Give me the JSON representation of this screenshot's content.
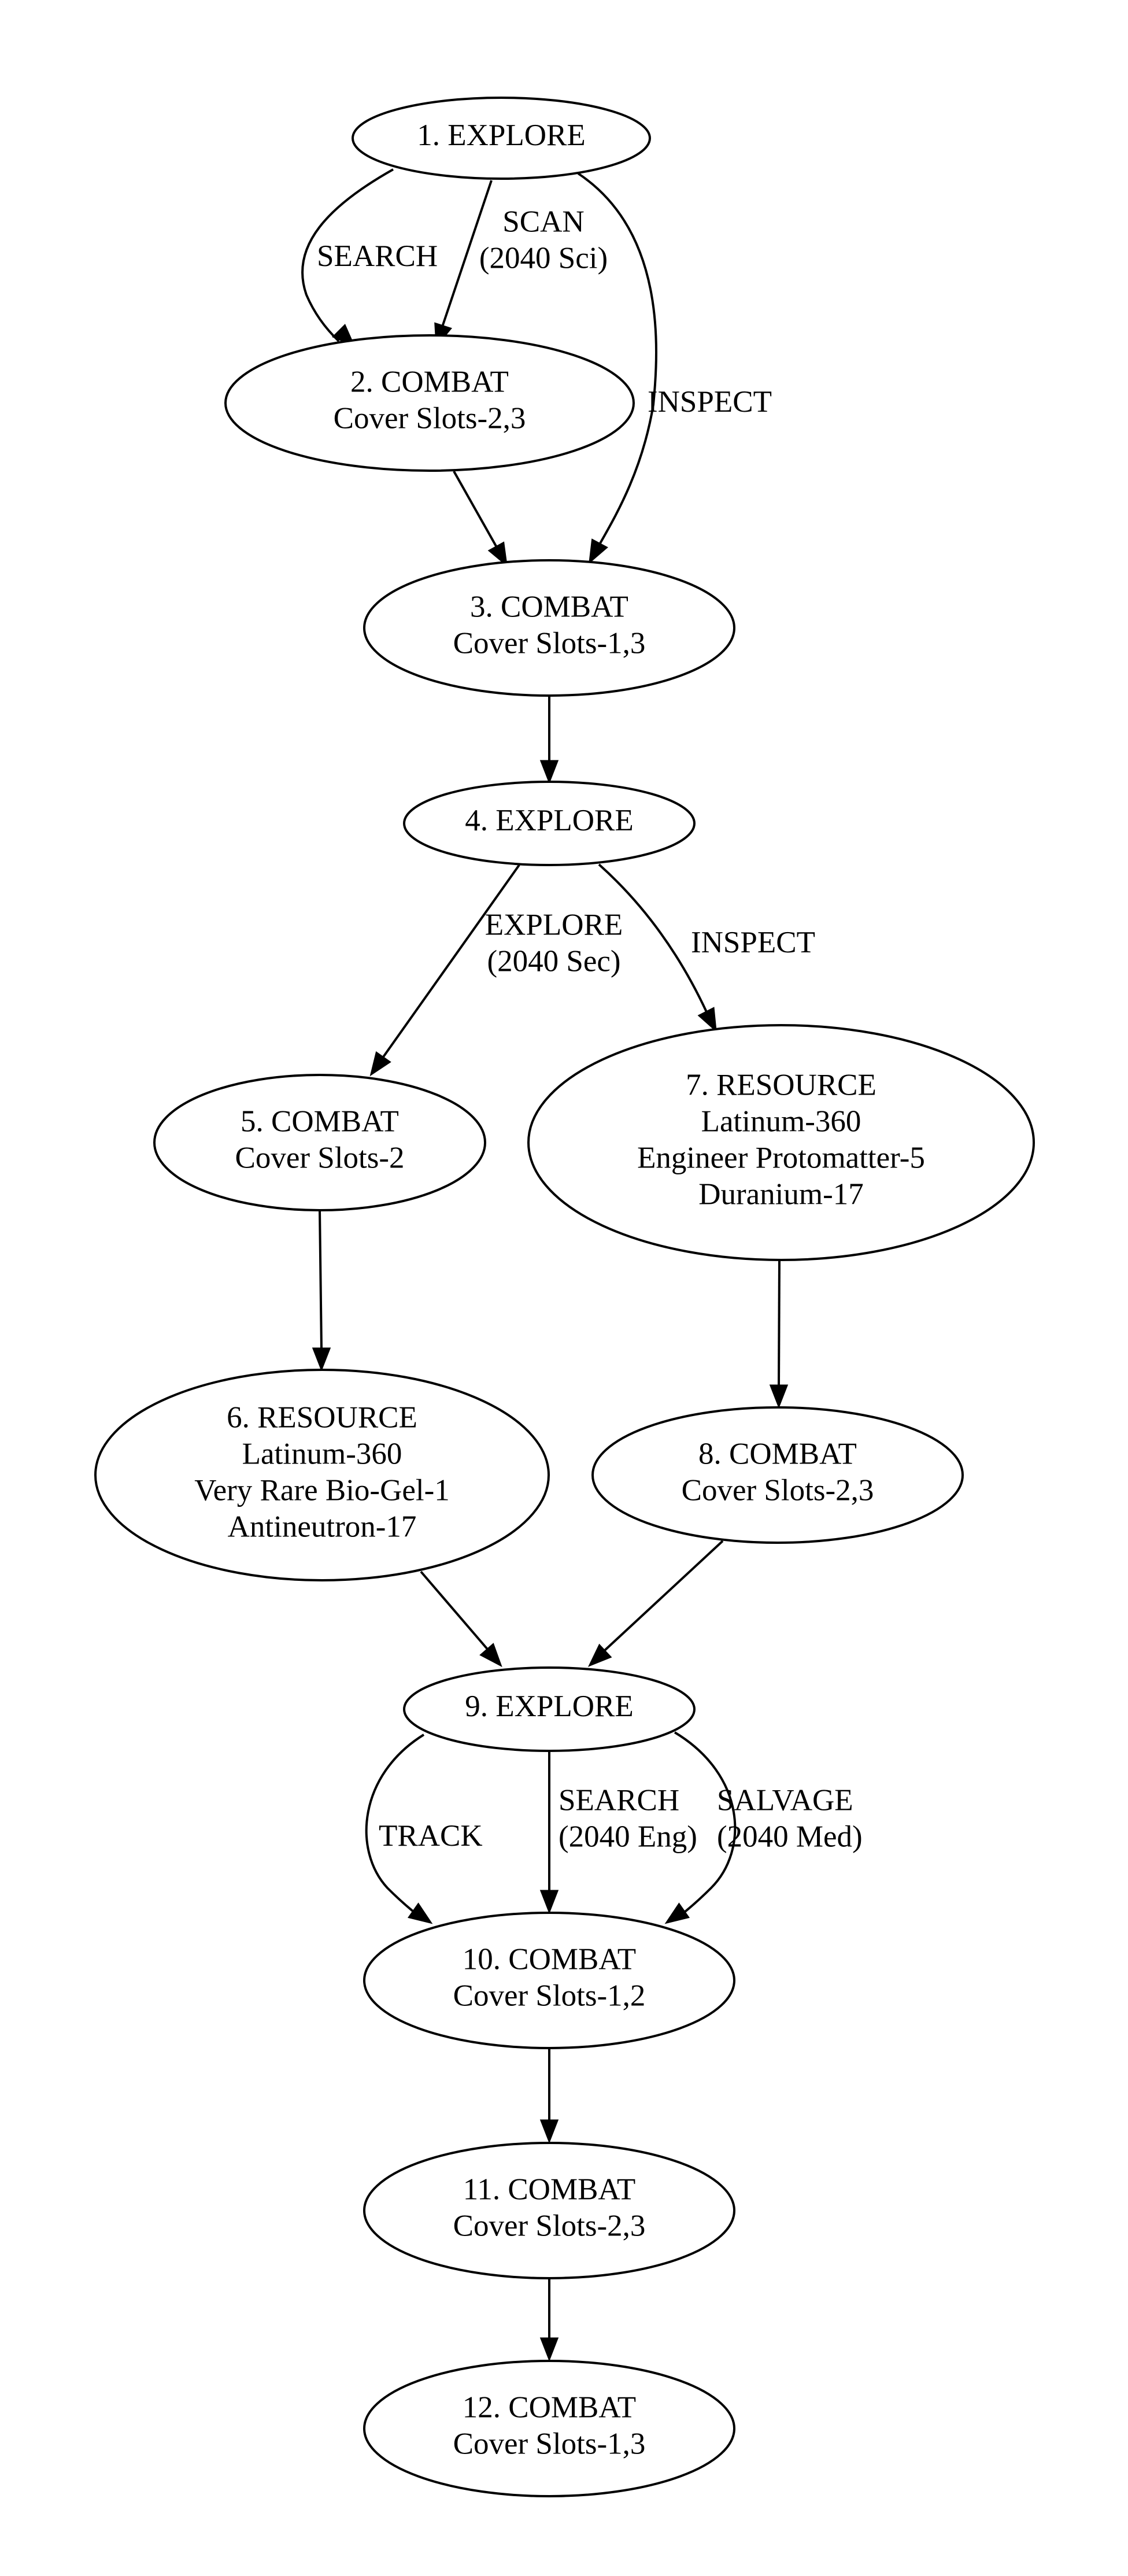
{
  "nodes": [
    {
      "id": "n1",
      "lines": [
        "1. EXPLORE"
      ]
    },
    {
      "id": "n2",
      "lines": [
        "2. COMBAT",
        "Cover Slots-2,3"
      ]
    },
    {
      "id": "n3",
      "lines": [
        "3. COMBAT",
        "Cover Slots-1,3"
      ]
    },
    {
      "id": "n4",
      "lines": [
        "4. EXPLORE"
      ]
    },
    {
      "id": "n5",
      "lines": [
        "5. COMBAT",
        "Cover Slots-2"
      ]
    },
    {
      "id": "n6",
      "lines": [
        "6. RESOURCE",
        "Latinum-360",
        "Very Rare Bio-Gel-1",
        "Antineutron-17"
      ]
    },
    {
      "id": "n7",
      "lines": [
        "7. RESOURCE",
        "Latinum-360",
        "Engineer Protomatter-5",
        "Duranium-17"
      ]
    },
    {
      "id": "n8",
      "lines": [
        "8. COMBAT",
        "Cover Slots-2,3"
      ]
    },
    {
      "id": "n9",
      "lines": [
        "9. EXPLORE"
      ]
    },
    {
      "id": "n10",
      "lines": [
        "10. COMBAT",
        "Cover Slots-1,2"
      ]
    },
    {
      "id": "n11",
      "lines": [
        "11. COMBAT",
        "Cover Slots-2,3"
      ]
    },
    {
      "id": "n12",
      "lines": [
        "12. COMBAT",
        "Cover Slots-1,3"
      ]
    }
  ],
  "edges": [
    {
      "id": "e1",
      "from": "n1",
      "to": "n2",
      "lines": [
        "SEARCH"
      ]
    },
    {
      "id": "e2",
      "from": "n1",
      "to": "n2",
      "lines": [
        "SCAN",
        "(2040 Sci)"
      ]
    },
    {
      "id": "e3",
      "from": "n1",
      "to": "n3",
      "lines": [
        "INSPECT"
      ]
    },
    {
      "id": "e4",
      "from": "n2",
      "to": "n3",
      "lines": []
    },
    {
      "id": "e5",
      "from": "n3",
      "to": "n4",
      "lines": []
    },
    {
      "id": "e6",
      "from": "n4",
      "to": "n5",
      "lines": [
        "EXPLORE",
        "(2040 Sec)"
      ]
    },
    {
      "id": "e7",
      "from": "n4",
      "to": "n7",
      "lines": [
        "INSPECT"
      ]
    },
    {
      "id": "e8",
      "from": "n5",
      "to": "n6",
      "lines": []
    },
    {
      "id": "e9",
      "from": "n7",
      "to": "n8",
      "lines": []
    },
    {
      "id": "e10",
      "from": "n6",
      "to": "n9",
      "lines": []
    },
    {
      "id": "e11",
      "from": "n8",
      "to": "n9",
      "lines": []
    },
    {
      "id": "e12",
      "from": "n9",
      "to": "n10",
      "lines": [
        "TRACK"
      ]
    },
    {
      "id": "e13",
      "from": "n9",
      "to": "n10",
      "lines": [
        "SEARCH",
        "(2040 Eng)"
      ]
    },
    {
      "id": "e14",
      "from": "n9",
      "to": "n10",
      "lines": [
        "SALVAGE",
        "(2040 Med)"
      ]
    },
    {
      "id": "e15",
      "from": "n10",
      "to": "n11",
      "lines": []
    },
    {
      "id": "e16",
      "from": "n11",
      "to": "n12",
      "lines": []
    }
  ]
}
